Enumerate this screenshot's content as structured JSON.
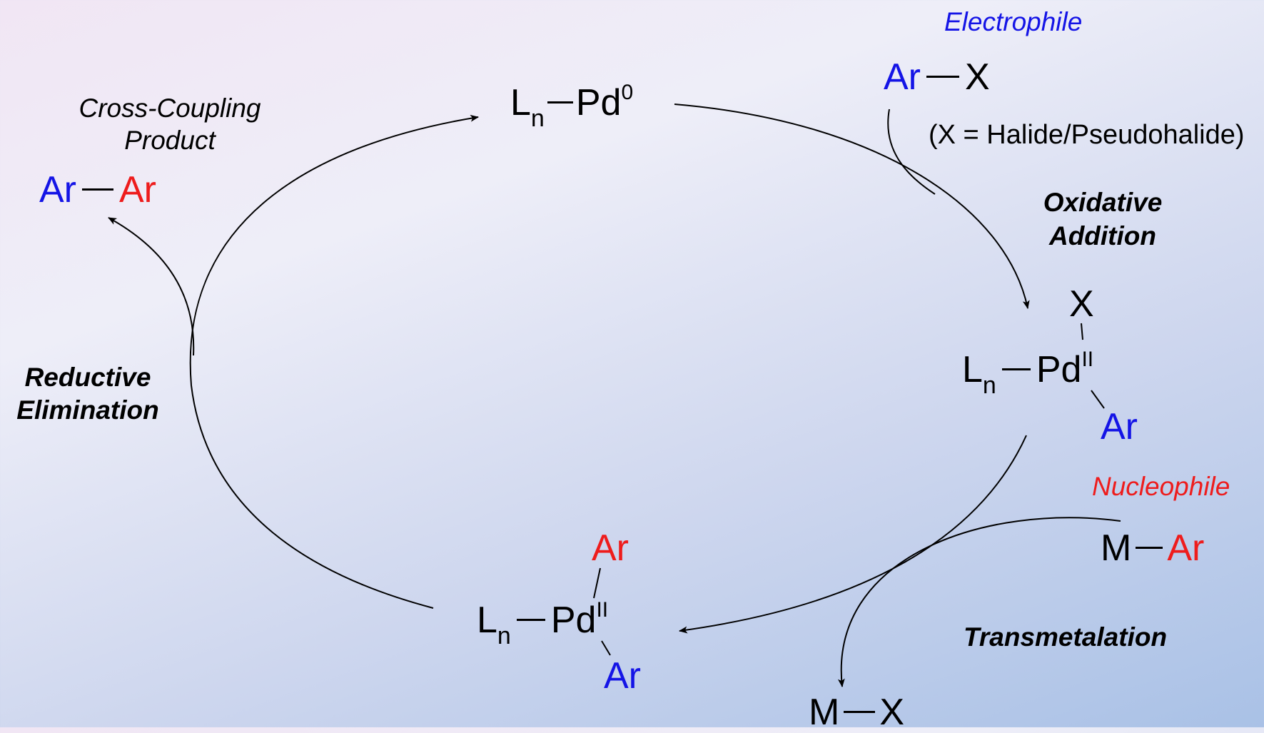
{
  "labels": {
    "electrophile": "Electrophile",
    "nucleophile": "Nucleophile",
    "cross_coupling_product": "Cross-Coupling",
    "cross_coupling_product_2": "Product",
    "x_note": "(X = Halide/Pseudohalide)"
  },
  "steps": {
    "oxidative_addition_1": "Oxidative",
    "oxidative_addition_2": "Addition",
    "transmetalation": "Transmetalation",
    "reductive_elimination_1": "Reductive",
    "reductive_elimination_2": "Elimination"
  },
  "species": {
    "pd0": {
      "L": "L",
      "n": "n",
      "Pd": "Pd",
      "ox": "0"
    },
    "pd_ox_add": {
      "L": "L",
      "n": "n",
      "Pd": "Pd",
      "ox": "II",
      "X": "X",
      "Ar": "Ar"
    },
    "pd_trans": {
      "L": "L",
      "n": "n",
      "Pd": "Pd",
      "ox": "II",
      "Ar_top": "Ar",
      "Ar_bottom": "Ar"
    },
    "ar_x": {
      "Ar": "Ar",
      "X": "X"
    },
    "m_ar": {
      "M": "M",
      "Ar": "Ar"
    },
    "m_x": {
      "M": "M",
      "X": "X"
    },
    "ar_ar": {
      "Ar1": "Ar",
      "Ar2": "Ar"
    }
  },
  "colors": {
    "electrophile": "#1414e6",
    "nucleophile": "#ee1c1c",
    "text": "#000000"
  }
}
